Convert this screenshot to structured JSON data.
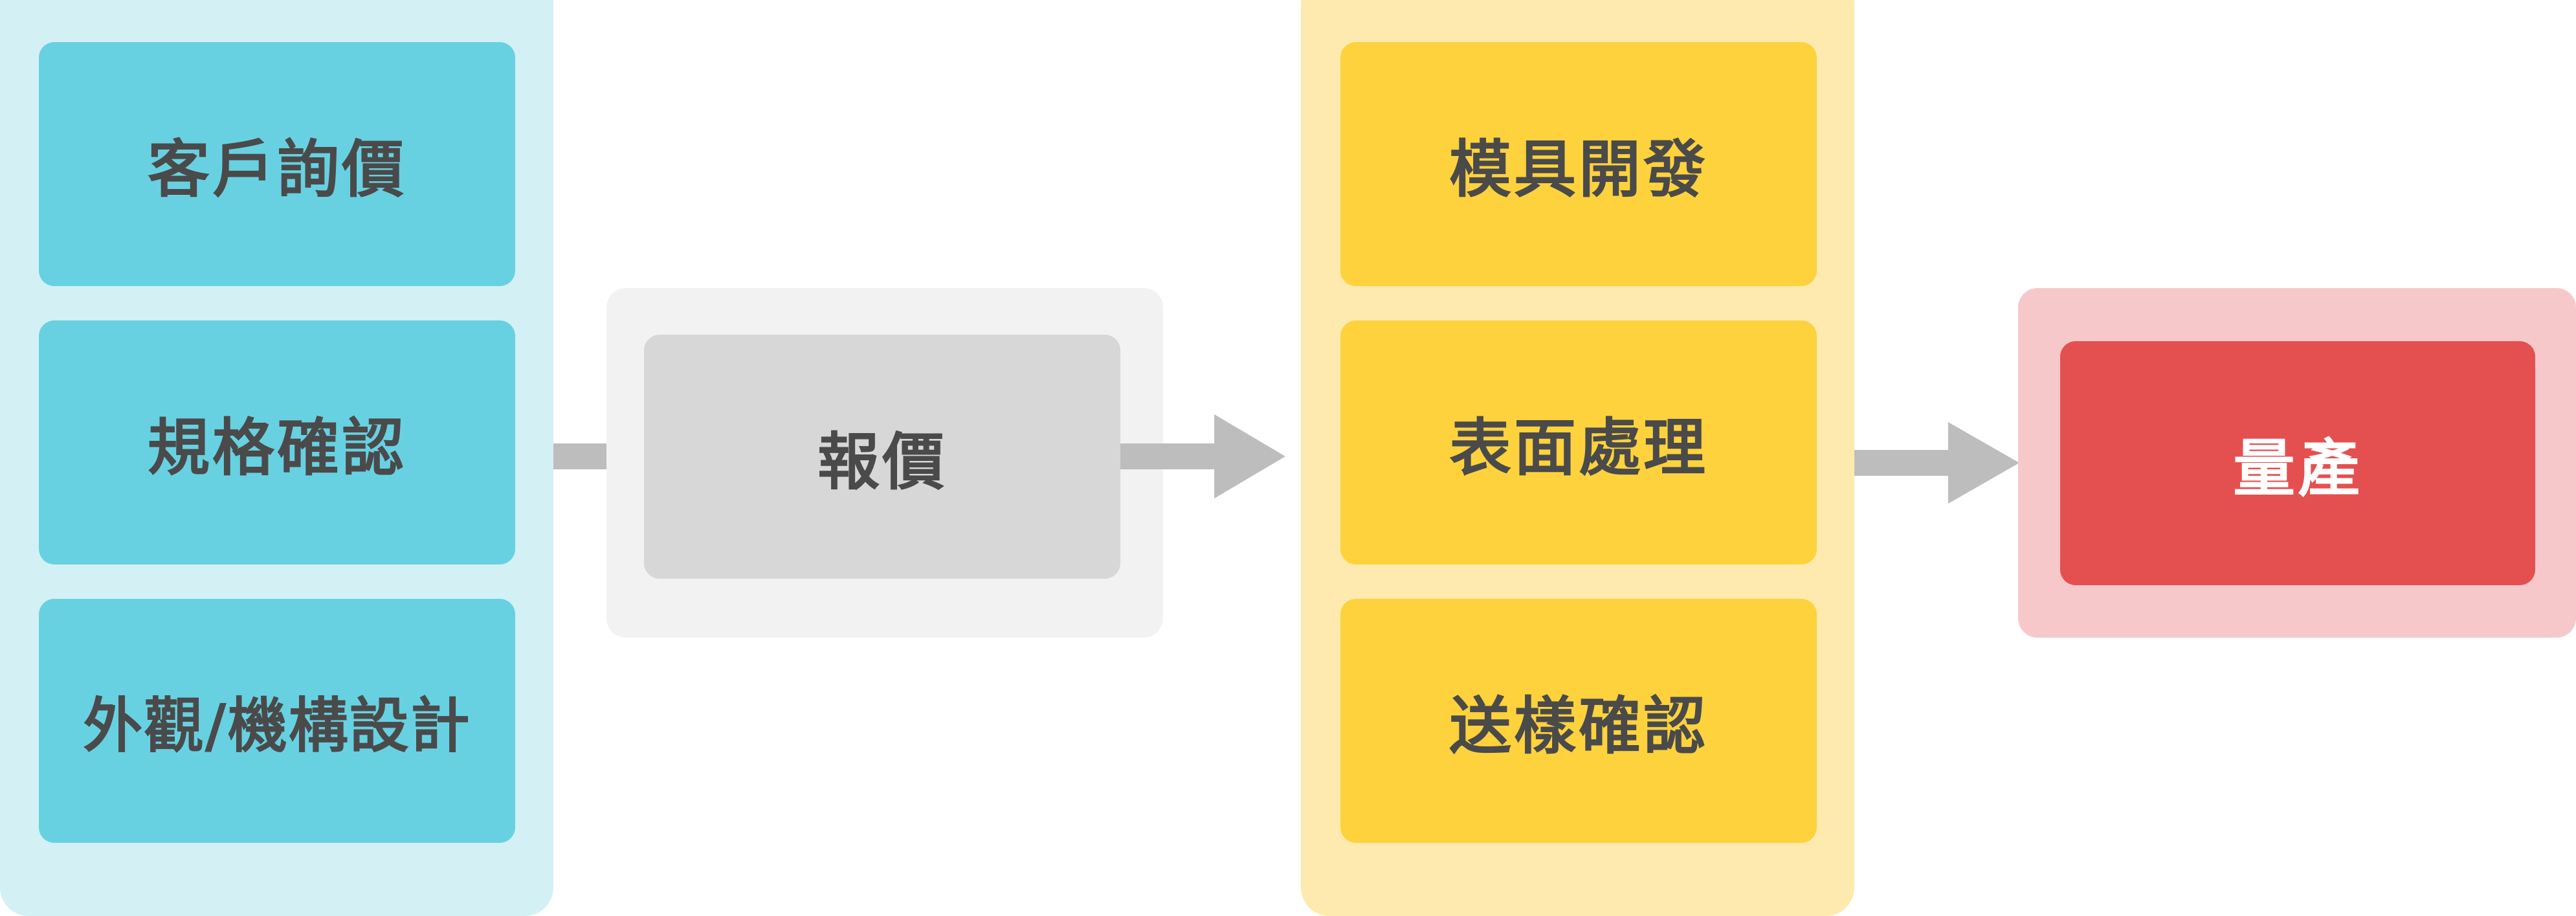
{
  "colors": {
    "stage1_bg": "#d3f0f5",
    "stage1_card": "#67d1e2",
    "stage2_bg": "#f2f2f2",
    "stage2_card": "#d7d7d7",
    "stage3_bg": "#feeaaf",
    "stage3_card": "#fed23d",
    "stage4_bg": "#f7c8ca",
    "stage4_card": "#e4504f",
    "connector": "#bdbdbd",
    "text_dark": "#4a4a4a",
    "text_light": "#ffffff"
  },
  "stage1": {
    "steps": [
      "客戶詢價",
      "規格確認",
      "外觀/機構設計"
    ]
  },
  "stage2": {
    "steps": [
      "報價"
    ]
  },
  "stage3": {
    "steps": [
      "模具開發",
      "表面處理",
      "送樣確認"
    ]
  },
  "stage4": {
    "steps": [
      "量產"
    ]
  }
}
